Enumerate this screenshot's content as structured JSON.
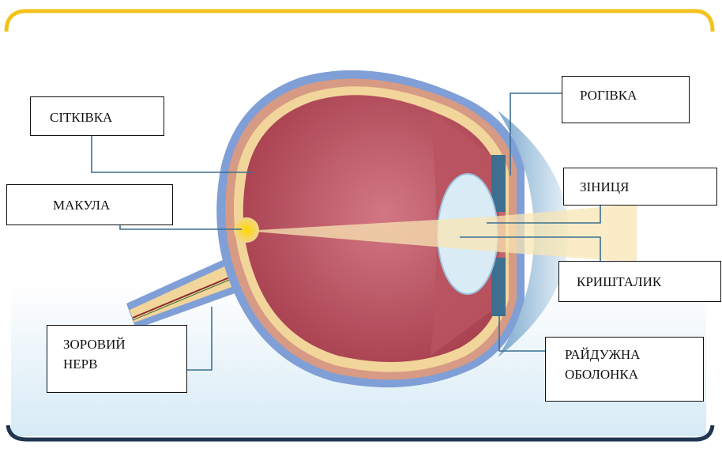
{
  "colors": {
    "frame_gold": "#f3c31d",
    "frame_dark": "#1f3550",
    "bottom_panel": "#dcecf6",
    "sclera_outer": "#7f9fd6",
    "sclera_mid": "#d79a84",
    "retina_layer": "#f2d59a",
    "vitreous": "#b34d5f",
    "light_beam": "#f8e5b3",
    "lens": "#d9ecf6",
    "macula": "#f7c600",
    "leader_line": "#3b6f90"
  },
  "labels": {
    "retina": "СІТКІВКА",
    "macula": "МАКУЛА",
    "optic_nerve_line1": "ЗОРОВИЙ",
    "optic_nerve_line2": "НЕРВ",
    "cornea": "РОГІВКА",
    "pupil": "ЗІНИЦЯ",
    "lens": "КРИШТАЛИК",
    "iris_line1": "РАЙДУЖНА",
    "iris_line2": "ОБОЛОНКА"
  }
}
